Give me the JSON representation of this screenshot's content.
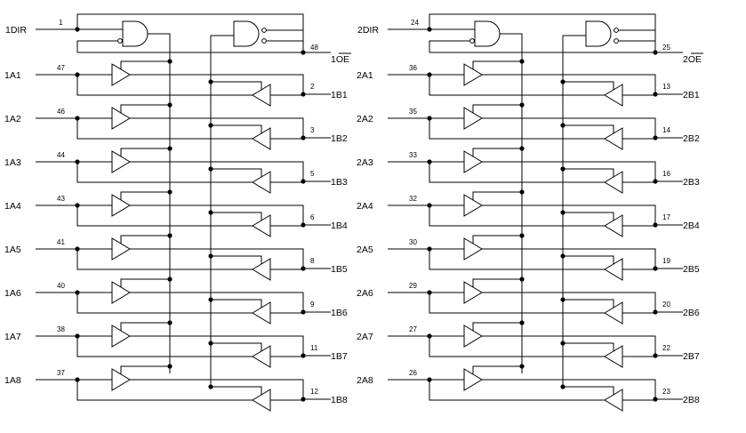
{
  "sections": [
    {
      "dir_label": "1DIR",
      "dir_pin": "1",
      "oe_label": "1OE",
      "oe_pin": "48",
      "channels": [
        {
          "a": "1A1",
          "a_pin": "47",
          "b": "1B1",
          "b_pin": "2"
        },
        {
          "a": "1A2",
          "a_pin": "46",
          "b": "1B2",
          "b_pin": "3"
        },
        {
          "a": "1A3",
          "a_pin": "44",
          "b": "1B3",
          "b_pin": "5"
        },
        {
          "a": "1A4",
          "a_pin": "43",
          "b": "1B4",
          "b_pin": "6"
        },
        {
          "a": "1A5",
          "a_pin": "41",
          "b": "1B5",
          "b_pin": "8"
        },
        {
          "a": "1A6",
          "a_pin": "40",
          "b": "1B6",
          "b_pin": "9"
        },
        {
          "a": "1A7",
          "a_pin": "38",
          "b": "1B7",
          "b_pin": "11"
        },
        {
          "a": "1A8",
          "a_pin": "37",
          "b": "1B8",
          "b_pin": "12"
        }
      ]
    },
    {
      "dir_label": "2DIR",
      "dir_pin": "24",
      "oe_label": "2OE",
      "oe_pin": "25",
      "channels": [
        {
          "a": "2A1",
          "a_pin": "36",
          "b": "2B1",
          "b_pin": "13"
        },
        {
          "a": "2A2",
          "a_pin": "35",
          "b": "2B2",
          "b_pin": "14"
        },
        {
          "a": "2A3",
          "a_pin": "33",
          "b": "2B3",
          "b_pin": "16"
        },
        {
          "a": "2A4",
          "a_pin": "32",
          "b": "2B4",
          "b_pin": "17"
        },
        {
          "a": "2A5",
          "a_pin": "30",
          "b": "2B5",
          "b_pin": "19"
        },
        {
          "a": "2A6",
          "a_pin": "29",
          "b": "2B6",
          "b_pin": "20"
        },
        {
          "a": "2A7",
          "a_pin": "27",
          "b": "2B7",
          "b_pin": "22"
        },
        {
          "a": "2A8",
          "a_pin": "26",
          "b": "2B8",
          "b_pin": "23"
        }
      ]
    }
  ]
}
